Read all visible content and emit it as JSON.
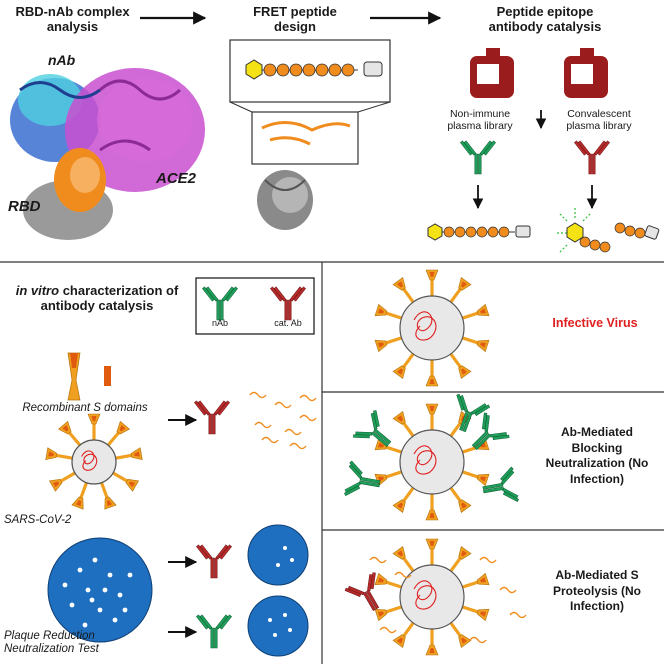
{
  "colors": {
    "accent_red": "#e02020",
    "nab_green": "#1f9e5a",
    "cat_ab_red": "#b52a2a",
    "spike_orange": "#f0a020",
    "peptide_orange": "#f08c1e",
    "fret_yellow": "#f5e214",
    "plaque_blue": "#1f6fc0",
    "blood_red": "#9b1c1c"
  },
  "top": {
    "step1_title": "RBD-nAb complex analysis",
    "step1_label_nab": "nAb",
    "step1_label_ace2": "ACE2",
    "step1_label_rbd": "RBD",
    "step2_title": "FRET peptide design",
    "step3_title": "Peptide epitope antibody catalysis",
    "library_left": "Non-immune plasma library",
    "library_right": "Convalescent plasma library"
  },
  "bottom_left": {
    "title_italic": "in vitro",
    "title_rest": "characterization of antibody catalysis",
    "legend_nab": "nAb",
    "legend_cat": "cat. Ab",
    "recombinant_label": "Recombinant S domains",
    "sars_label": "SARS-CoV-2",
    "plaque_label": "Plaque Reduction Neutralization Test"
  },
  "bottom_right": {
    "row1_label": "Infective Virus",
    "row2_label": "Ab-Mediated Blocking Neutralization (No Infection)",
    "row3_label": "Ab-Mediated S Proteolysis (No Infection)"
  }
}
